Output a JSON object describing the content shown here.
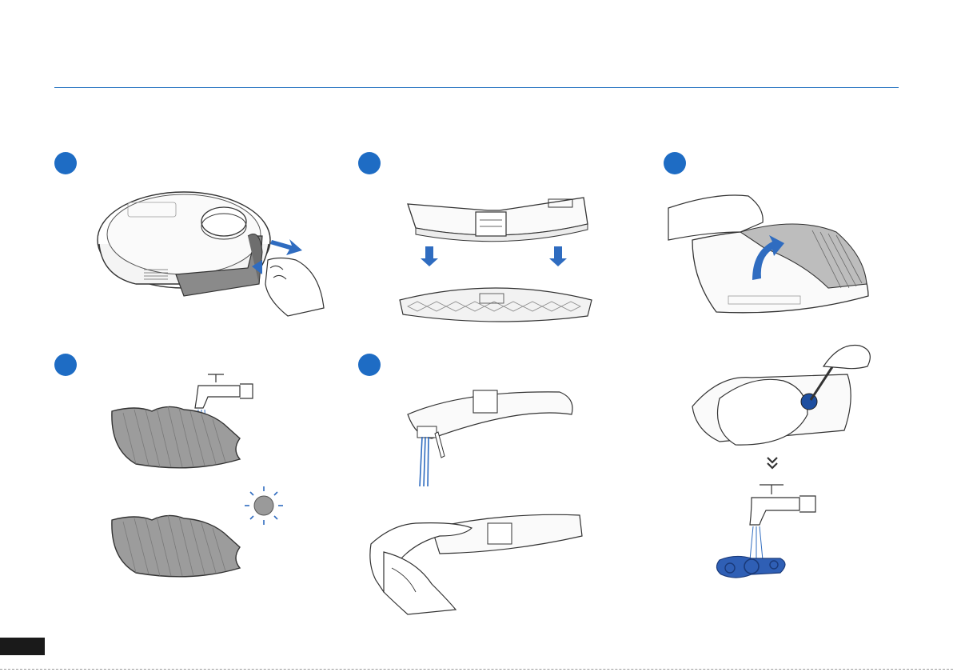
{
  "page": {
    "accent": "#1e6cc4",
    "rule_color": "#1f6fbf",
    "page_number": ""
  },
  "steps": [
    {
      "id": "1",
      "label": ""
    },
    {
      "id": "2",
      "label": ""
    },
    {
      "id": "3",
      "label": ""
    },
    {
      "id": "4",
      "label": ""
    },
    {
      "id": "5",
      "label": ""
    }
  ],
  "icons": [
    "robot-vacuum-illustration",
    "water-tank-illustration",
    "mopping-plate-illustration",
    "pull-arrow-icon",
    "down-arrow-icon",
    "lift-arrow-icon",
    "water-tap-icon",
    "mop-pad-illustration",
    "sun-icon",
    "blue-wick-illustration",
    "hand-cloth-illustration",
    "double-chevron-down-icon",
    "water-outlet-filter-icon"
  ]
}
